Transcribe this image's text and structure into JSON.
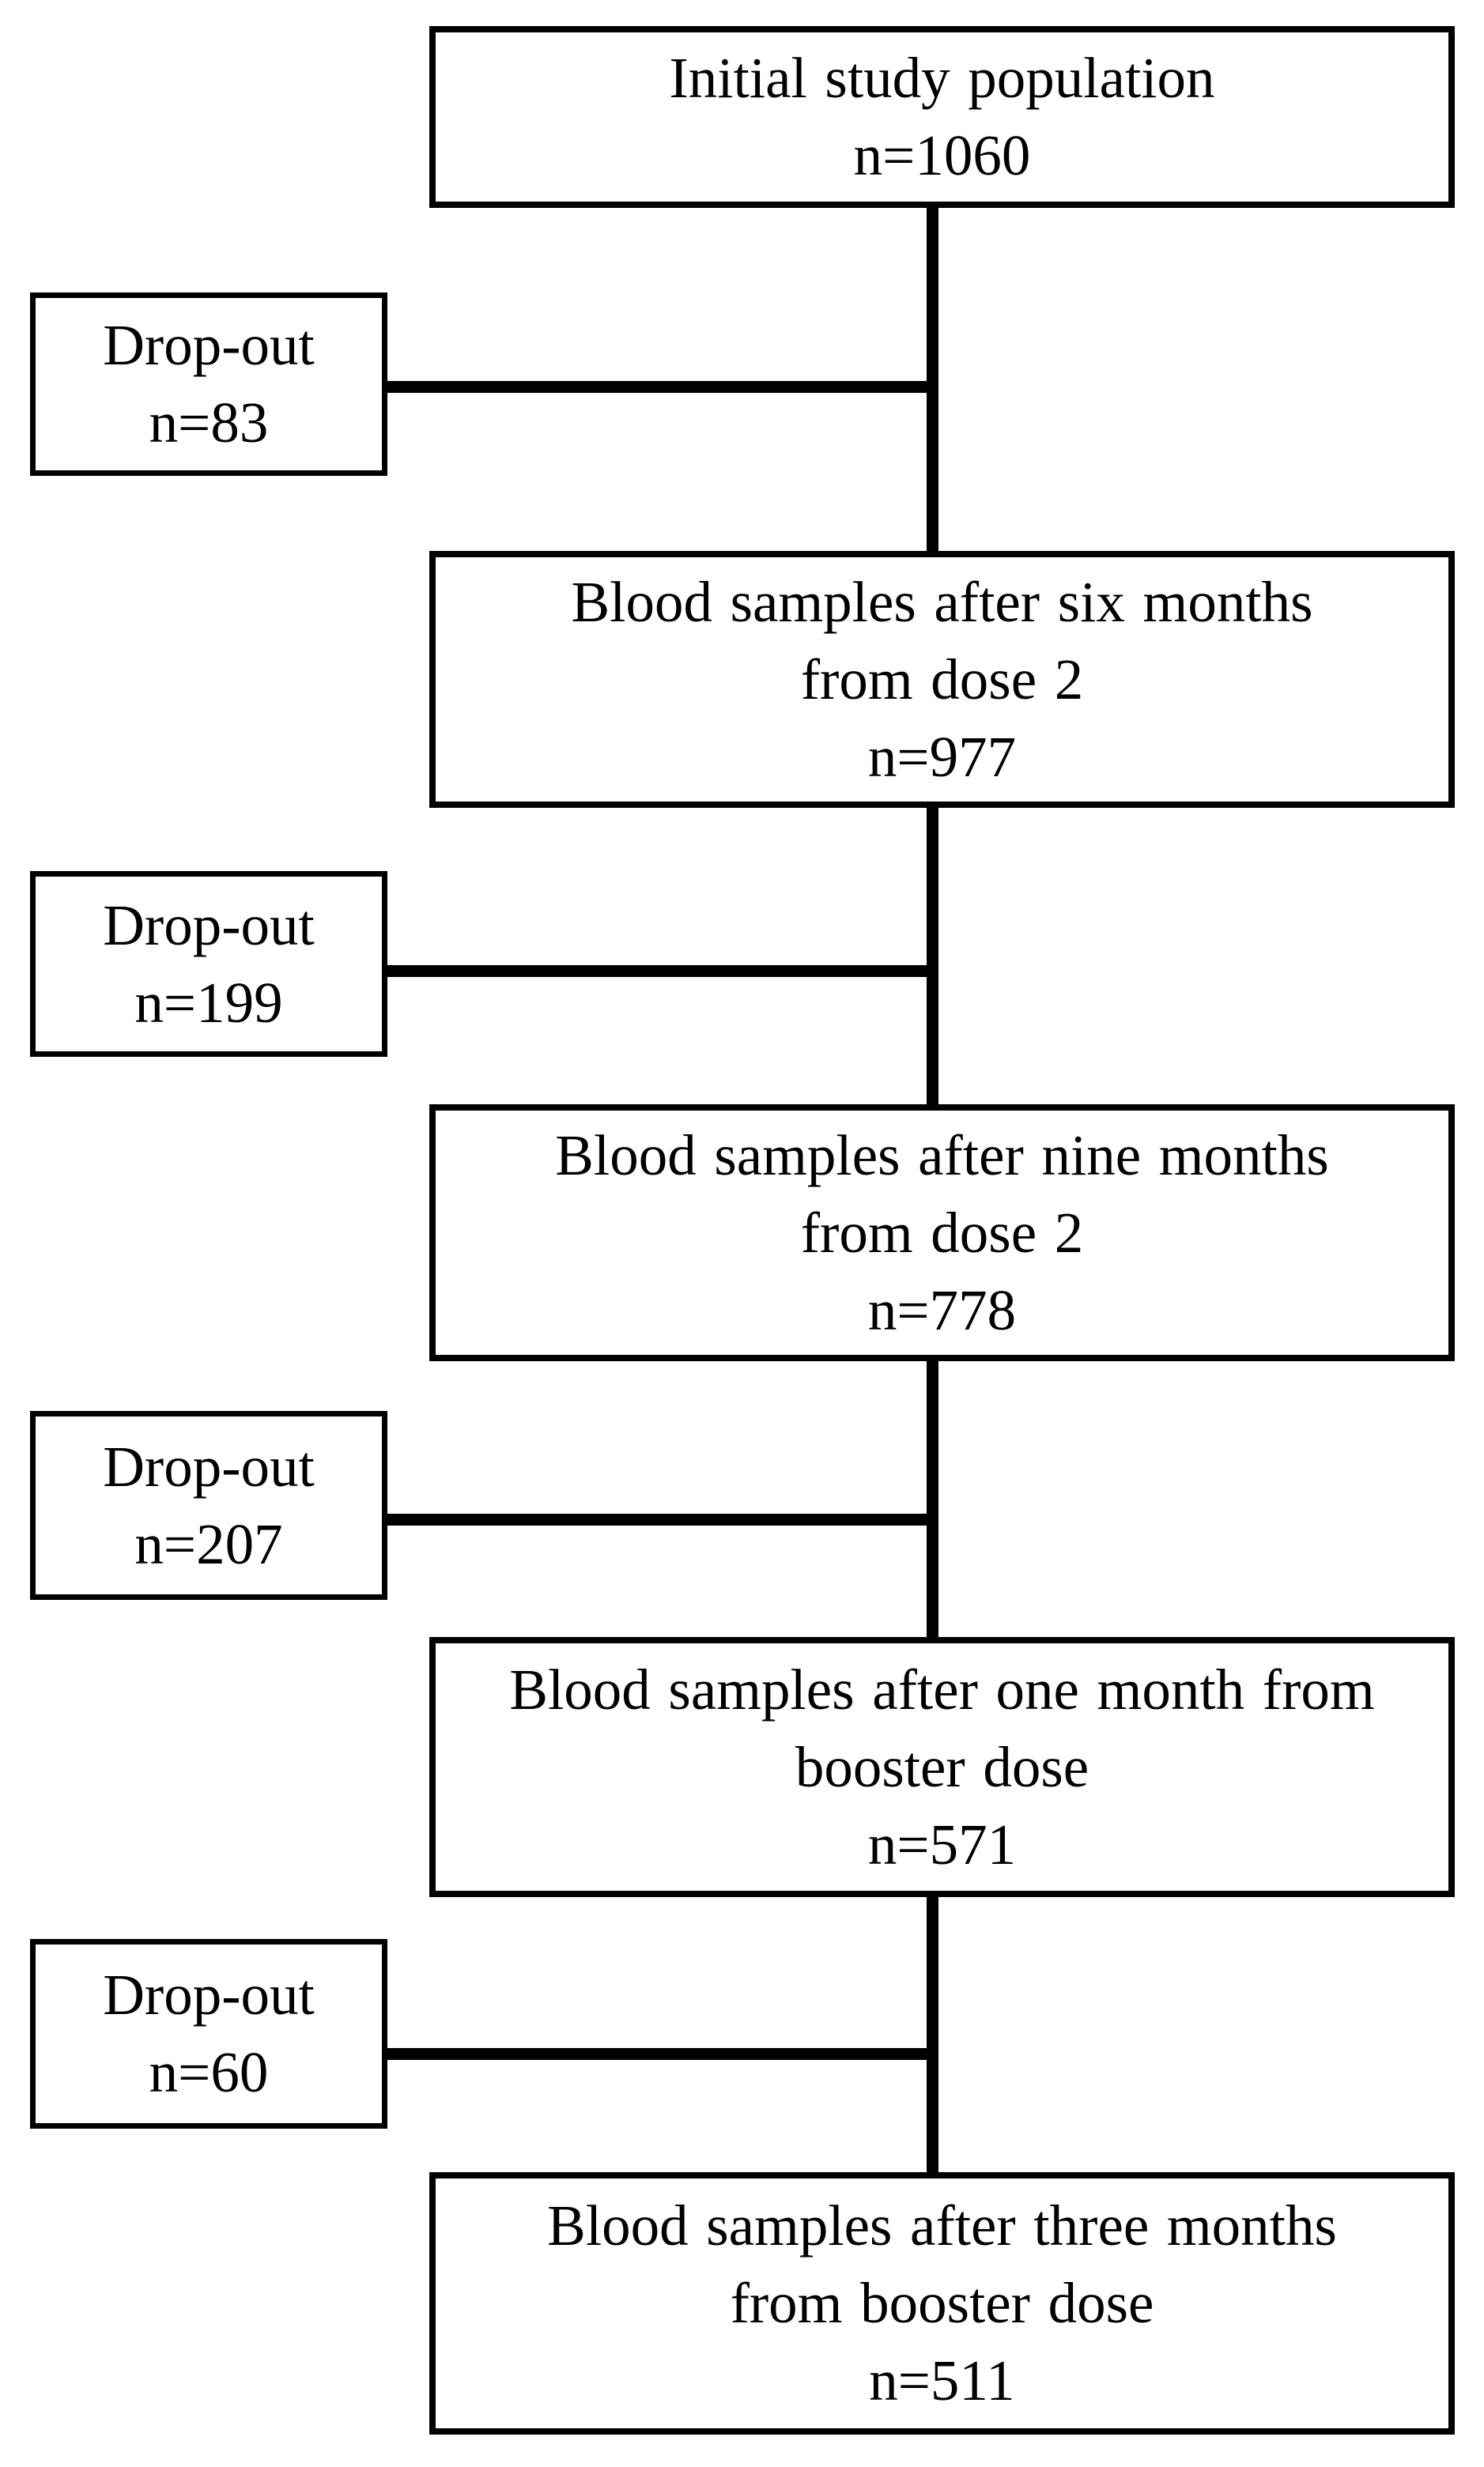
{
  "flowchart": {
    "colors": {
      "background": "#ffffff",
      "line": "#000000",
      "text": "#000000"
    },
    "main_boxes": [
      {
        "id": "initial-population",
        "lines": [
          "Initial study population",
          "n=1060"
        ]
      },
      {
        "id": "six-months-dose2",
        "lines": [
          "Blood samples after six months",
          "from dose 2",
          "n=977"
        ]
      },
      {
        "id": "nine-months-dose2",
        "lines": [
          "Blood samples after nine months",
          "from dose 2",
          "n=778"
        ]
      },
      {
        "id": "one-month-booster",
        "lines": [
          "Blood samples after one month from",
          "booster dose",
          "n=571"
        ]
      },
      {
        "id": "three-months-booster",
        "lines": [
          "Blood samples after three months",
          "from booster dose",
          "n=511"
        ]
      }
    ],
    "dropout_boxes": [
      {
        "label": "Drop-out",
        "count": "n=83"
      },
      {
        "label": "Drop-out",
        "count": "n=199"
      },
      {
        "label": "Drop-out",
        "count": "n=207"
      },
      {
        "label": "Drop-out",
        "count": "n=60"
      }
    ]
  }
}
